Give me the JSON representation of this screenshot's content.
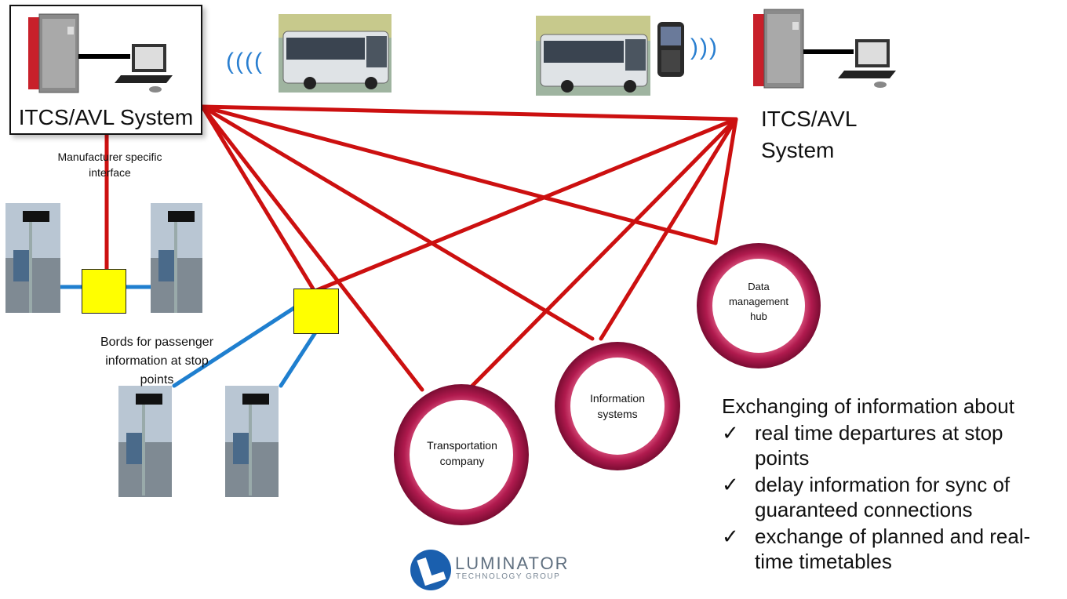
{
  "itcs_left": {
    "label": "ITCS/AVL System"
  },
  "itcs_right": {
    "line1": "ITCS/AVL",
    "line2": "System"
  },
  "manufacturer_interface": {
    "line1": "Manufacturer specific",
    "line2": "interface"
  },
  "boards_label": {
    "line1": "Bords for passenger",
    "line2": "information at stop",
    "line3": "points"
  },
  "waves": {
    "left": "((((",
    "right": ")))"
  },
  "rings": {
    "transportation": {
      "line1": "Transportation",
      "line2": "company"
    },
    "information": {
      "line1": "Information",
      "line2": "systems"
    },
    "data_hub": {
      "line1": "Data",
      "line2": "management",
      "line3": "hub"
    }
  },
  "exchange": {
    "heading": "Exchanging of  information about",
    "check_glyph": "✓",
    "items": [
      {
        "line1": "real time departures at stop",
        "line2": "points"
      },
      {
        "line1": "delay information  for sync of",
        "line2": "guaranteed connections"
      },
      {
        "line1": "exchange of planned and real-",
        "line2": "time timetables"
      }
    ]
  },
  "logo": {
    "name": "LUMINATOR",
    "tagline": "TECHNOLOGY GROUP"
  },
  "colors": {
    "link_red": "#cc1010",
    "link_blue": "#1f7fcf",
    "hub_yellow": "#ffff00",
    "ring": "#a8174a"
  }
}
